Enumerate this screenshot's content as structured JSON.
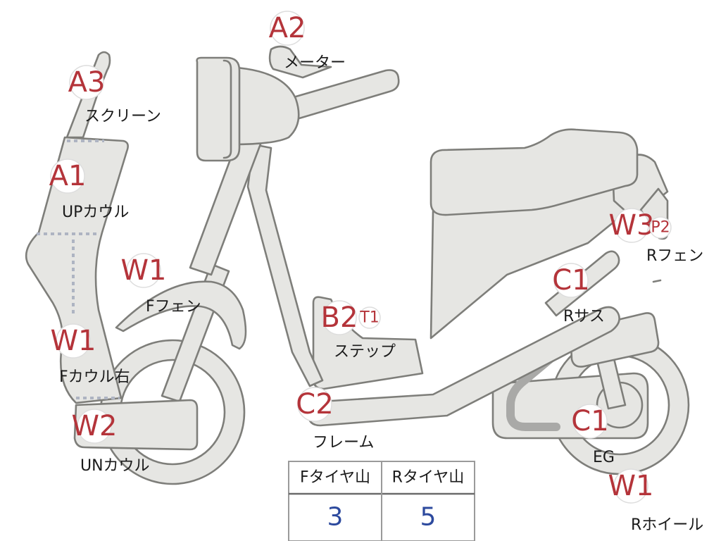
{
  "badges": [
    {
      "id": "A3",
      "text": "A3"
    },
    {
      "id": "A1",
      "text": "A1"
    },
    {
      "id": "A2",
      "text": "A2"
    },
    {
      "id": "W1_front_fender",
      "text": "W1"
    },
    {
      "id": "W1_front_cowl",
      "text": "W1"
    },
    {
      "id": "W2",
      "text": "W2"
    },
    {
      "id": "B2",
      "text": "B2"
    },
    {
      "id": "T1",
      "text": "T1"
    },
    {
      "id": "C2",
      "text": "C2"
    },
    {
      "id": "W3",
      "text": "W3"
    },
    {
      "id": "P2",
      "text": "P2"
    },
    {
      "id": "C1_suspension",
      "text": "C1"
    },
    {
      "id": "C1_engine",
      "text": "C1"
    },
    {
      "id": "W1_rear_wheel",
      "text": "W1"
    }
  ],
  "labels": {
    "screen": "スクリーン",
    "up_cowl": "UPカウル",
    "meter": "メーター",
    "front_fender": "Fフェン",
    "front_cowl_right": "Fカウル右",
    "under_cowl": "UNカウル",
    "step": "ステップ",
    "frame": "フレーム",
    "rear_fender": "Rフェン",
    "rear_suspension": "Rサス",
    "engine": "EG",
    "rear_wheel": "Rホイール"
  },
  "tire_table": {
    "headers": [
      "Fタイヤ山",
      "Rタイヤ山"
    ],
    "values": [
      "3",
      "5"
    ]
  },
  "colors": {
    "part_fill": "#e6e6e3",
    "part_outline": "#7e7e7a",
    "badge_code": "#b4343a",
    "table_value": "#2d4a9e",
    "seam": "#aeb4c2"
  }
}
